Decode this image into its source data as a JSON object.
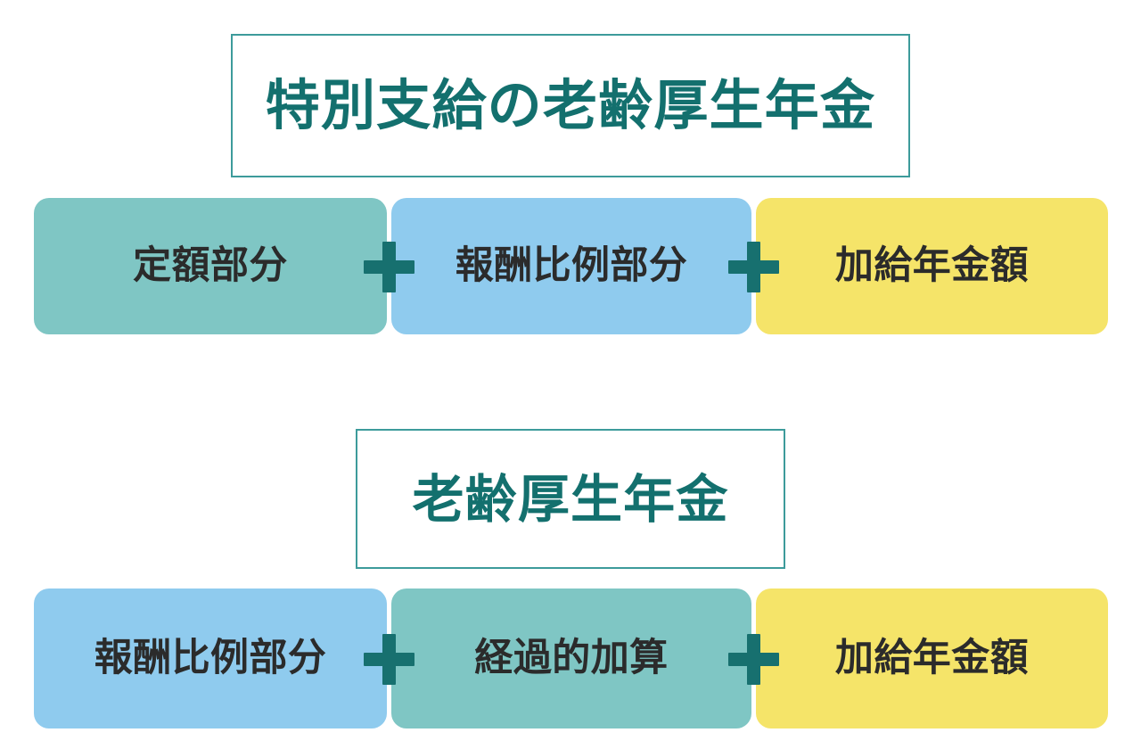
{
  "page": {
    "background_color": "#ffffff",
    "language": "ja"
  },
  "theme": {
    "title_text_color": "#13706e",
    "title_border_color": "#3d9b9b",
    "label_text_color": "#2b2b2b",
    "plus_color": "#17706f",
    "swatch_teal": "#7fc6c4",
    "swatch_blue": "#8fcbee",
    "swatch_yellow": "#f5e469"
  },
  "sections": [
    {
      "title": "特別支給の老齢厚生年金",
      "operator": "＋",
      "components": [
        {
          "label": "定額部分",
          "color": "#7fc6c4",
          "swatch": "teal"
        },
        {
          "label": "報酬比例部分",
          "color": "#8fcbee",
          "swatch": "blue"
        },
        {
          "label": "加給年金額",
          "color": "#f5e469",
          "swatch": "yellow"
        }
      ]
    },
    {
      "title": "老齢厚生年金",
      "operator": "＋",
      "components": [
        {
          "label": "報酬比例部分",
          "color": "#8fcbee",
          "swatch": "blue"
        },
        {
          "label": "経過的加算",
          "color": "#7fc6c4",
          "swatch": "teal"
        },
        {
          "label": "加給年金額",
          "color": "#f5e469",
          "swatch": "yellow"
        }
      ]
    }
  ],
  "icons": {
    "plus": "plus-icon"
  }
}
